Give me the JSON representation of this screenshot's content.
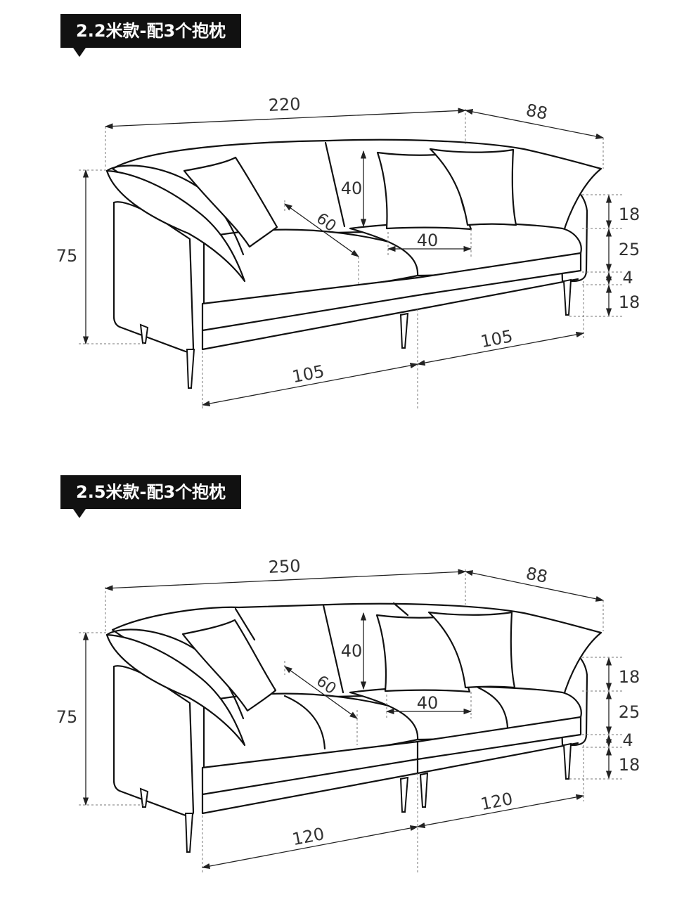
{
  "sofas": [
    {
      "label": "2.2米款-配3个抱枕",
      "dims": {
        "length": "220",
        "depth": "88",
        "height": "75",
        "back_height": "40",
        "seat_depth": "60",
        "pillow_width": "40",
        "armrest_height": "18",
        "seat_height": "25",
        "base_thickness": "4",
        "leg_height": "18",
        "module_left": "105",
        "module_right": "105"
      }
    },
    {
      "label": "2.5米款-配3个抱枕",
      "dims": {
        "length": "250",
        "depth": "88",
        "height": "75",
        "back_height": "40",
        "seat_depth": "60",
        "pillow_width": "40",
        "armrest_height": "18",
        "seat_height": "25",
        "base_thickness": "4",
        "leg_height": "18",
        "module_left": "120",
        "module_right": "120"
      }
    }
  ]
}
